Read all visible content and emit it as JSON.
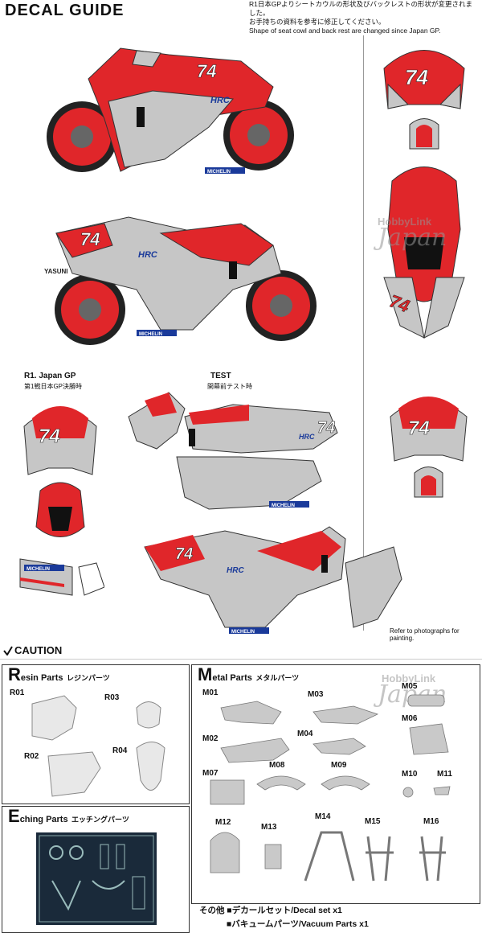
{
  "header": {
    "title": "DECAL GUIDE",
    "note_jp1": "R1日本GPよりシートカウルの形状及びバックレストの形状が変更されました。",
    "note_jp2": "お手持ちの資料を参考に修正してください。",
    "note_en": "Shape of seat cowl and back rest are changed since Japan GP."
  },
  "views": {
    "r1_label": "R1. Japan GP",
    "r1_jp": "第1戦日本GP決勝時",
    "test_label": "TEST",
    "test_jp": "開幕前テスト時",
    "race_number": "74",
    "hrc": "HRC",
    "michelin": "MICHELIN",
    "yasuni": "YASUNI",
    "ref_note": "Refer to photographs for painting."
  },
  "caution": {
    "label": "CAUTION"
  },
  "resin": {
    "cap": "R",
    "title": "esin Parts",
    "jp": "レジンパーツ",
    "items": [
      "R01",
      "R02",
      "R03",
      "R04"
    ]
  },
  "metal": {
    "cap": "M",
    "title": "etal Parts",
    "jp": "メタルパーツ",
    "items": [
      "M01",
      "M02",
      "M03",
      "M04",
      "M05",
      "M06",
      "M07",
      "M08",
      "M09",
      "M10",
      "M11",
      "M12",
      "M13",
      "M14",
      "M15",
      "M16"
    ]
  },
  "etching": {
    "cap": "E",
    "title": "ching Parts",
    "jp": "エッチングパーツ"
  },
  "others": {
    "line1": "その他 ■デカールセット/Decal set x1",
    "line2": "■バキュームパーツ/Vacuum Parts x1"
  },
  "watermark": {
    "brand": "HobbyLink",
    "country": "Japan"
  },
  "colors": {
    "red": "#e0262a",
    "silver": "#c6c6c6",
    "dark": "#222222"
  }
}
